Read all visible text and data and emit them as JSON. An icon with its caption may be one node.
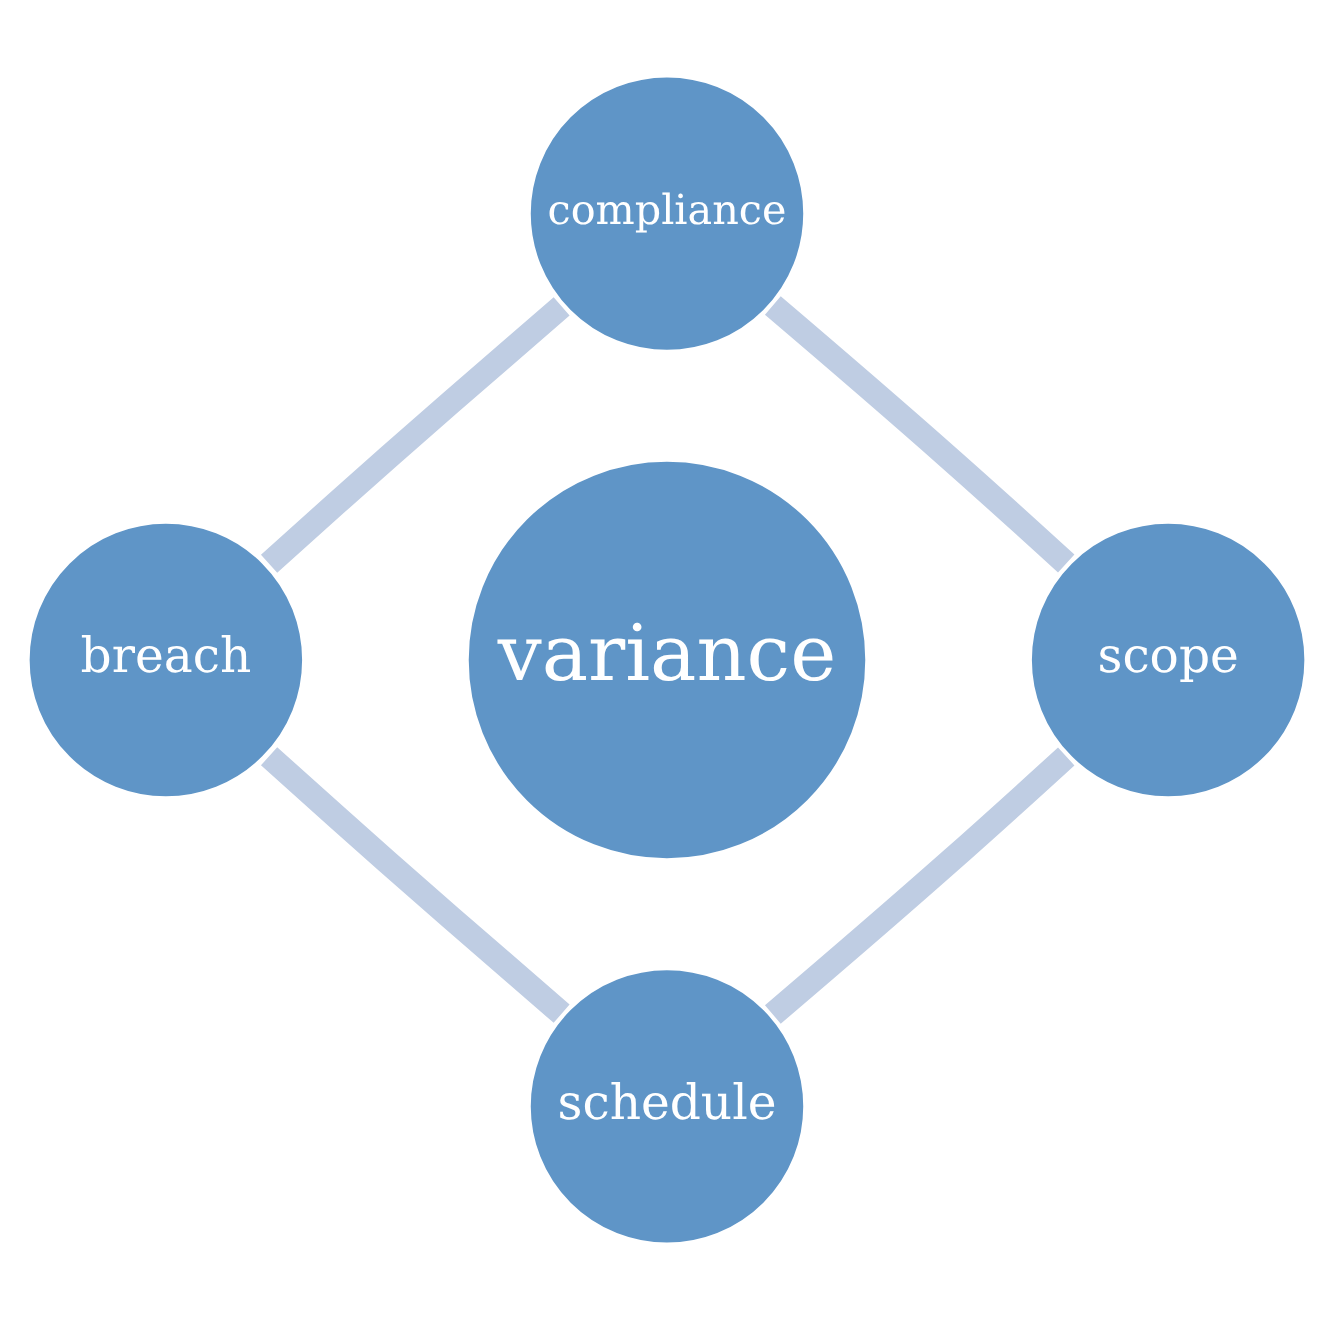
{
  "diagram": {
    "nodes": [
      {
        "text": [
          "compliance"
        ]
      },
      {
        "text": [
          "breach"
        ]
      },
      {
        "text": [
          "variance"
        ]
      },
      {
        "text": [
          "scope"
        ]
      },
      {
        "text": [
          "schedule"
        ]
      }
    ],
    "edges": [
      {
        "from": 0,
        "to": 3,
        "arrow": "none"
      },
      {
        "from": 3,
        "to": 4,
        "arrow": "none"
      },
      {
        "from": 4,
        "to": 1,
        "arrow": "none"
      },
      {
        "from": 1,
        "to": 0,
        "arrow": "none"
      }
    ]
  }
}
